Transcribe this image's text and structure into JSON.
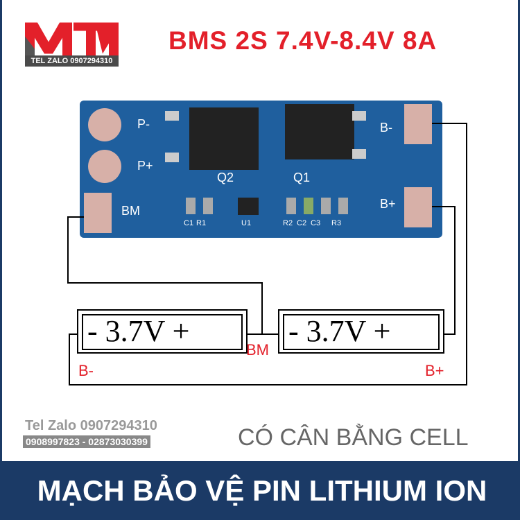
{
  "logo": {
    "text": "MTM",
    "tel": "TEL ZALO 0907294310"
  },
  "title": "BMS 2S 7.4V-8.4V 8A",
  "board": {
    "labels": [
      "P-",
      "P+",
      "Q2",
      "Q1",
      "B-",
      "B+",
      "BM",
      "U1",
      "C1",
      "R1",
      "R2",
      "C2",
      "C3",
      "R3"
    ]
  },
  "diagram": {
    "cell1": "- 3.7V +",
    "cell2": "- 3.7V +",
    "bm": "BM",
    "bminus": "B-",
    "bplus": "B+"
  },
  "contact": {
    "tel": "Tel Zalo 0907294310",
    "phones": "0908997823 - 02873030399"
  },
  "balance": "CÓ CÂN BẰNG CELL",
  "banner": "MẠCH BẢO VỆ PIN LITHIUM ION",
  "colors": {
    "accent": "#e3202a",
    "banner": "#1b3a66",
    "pcb": "#1f5f9e"
  }
}
